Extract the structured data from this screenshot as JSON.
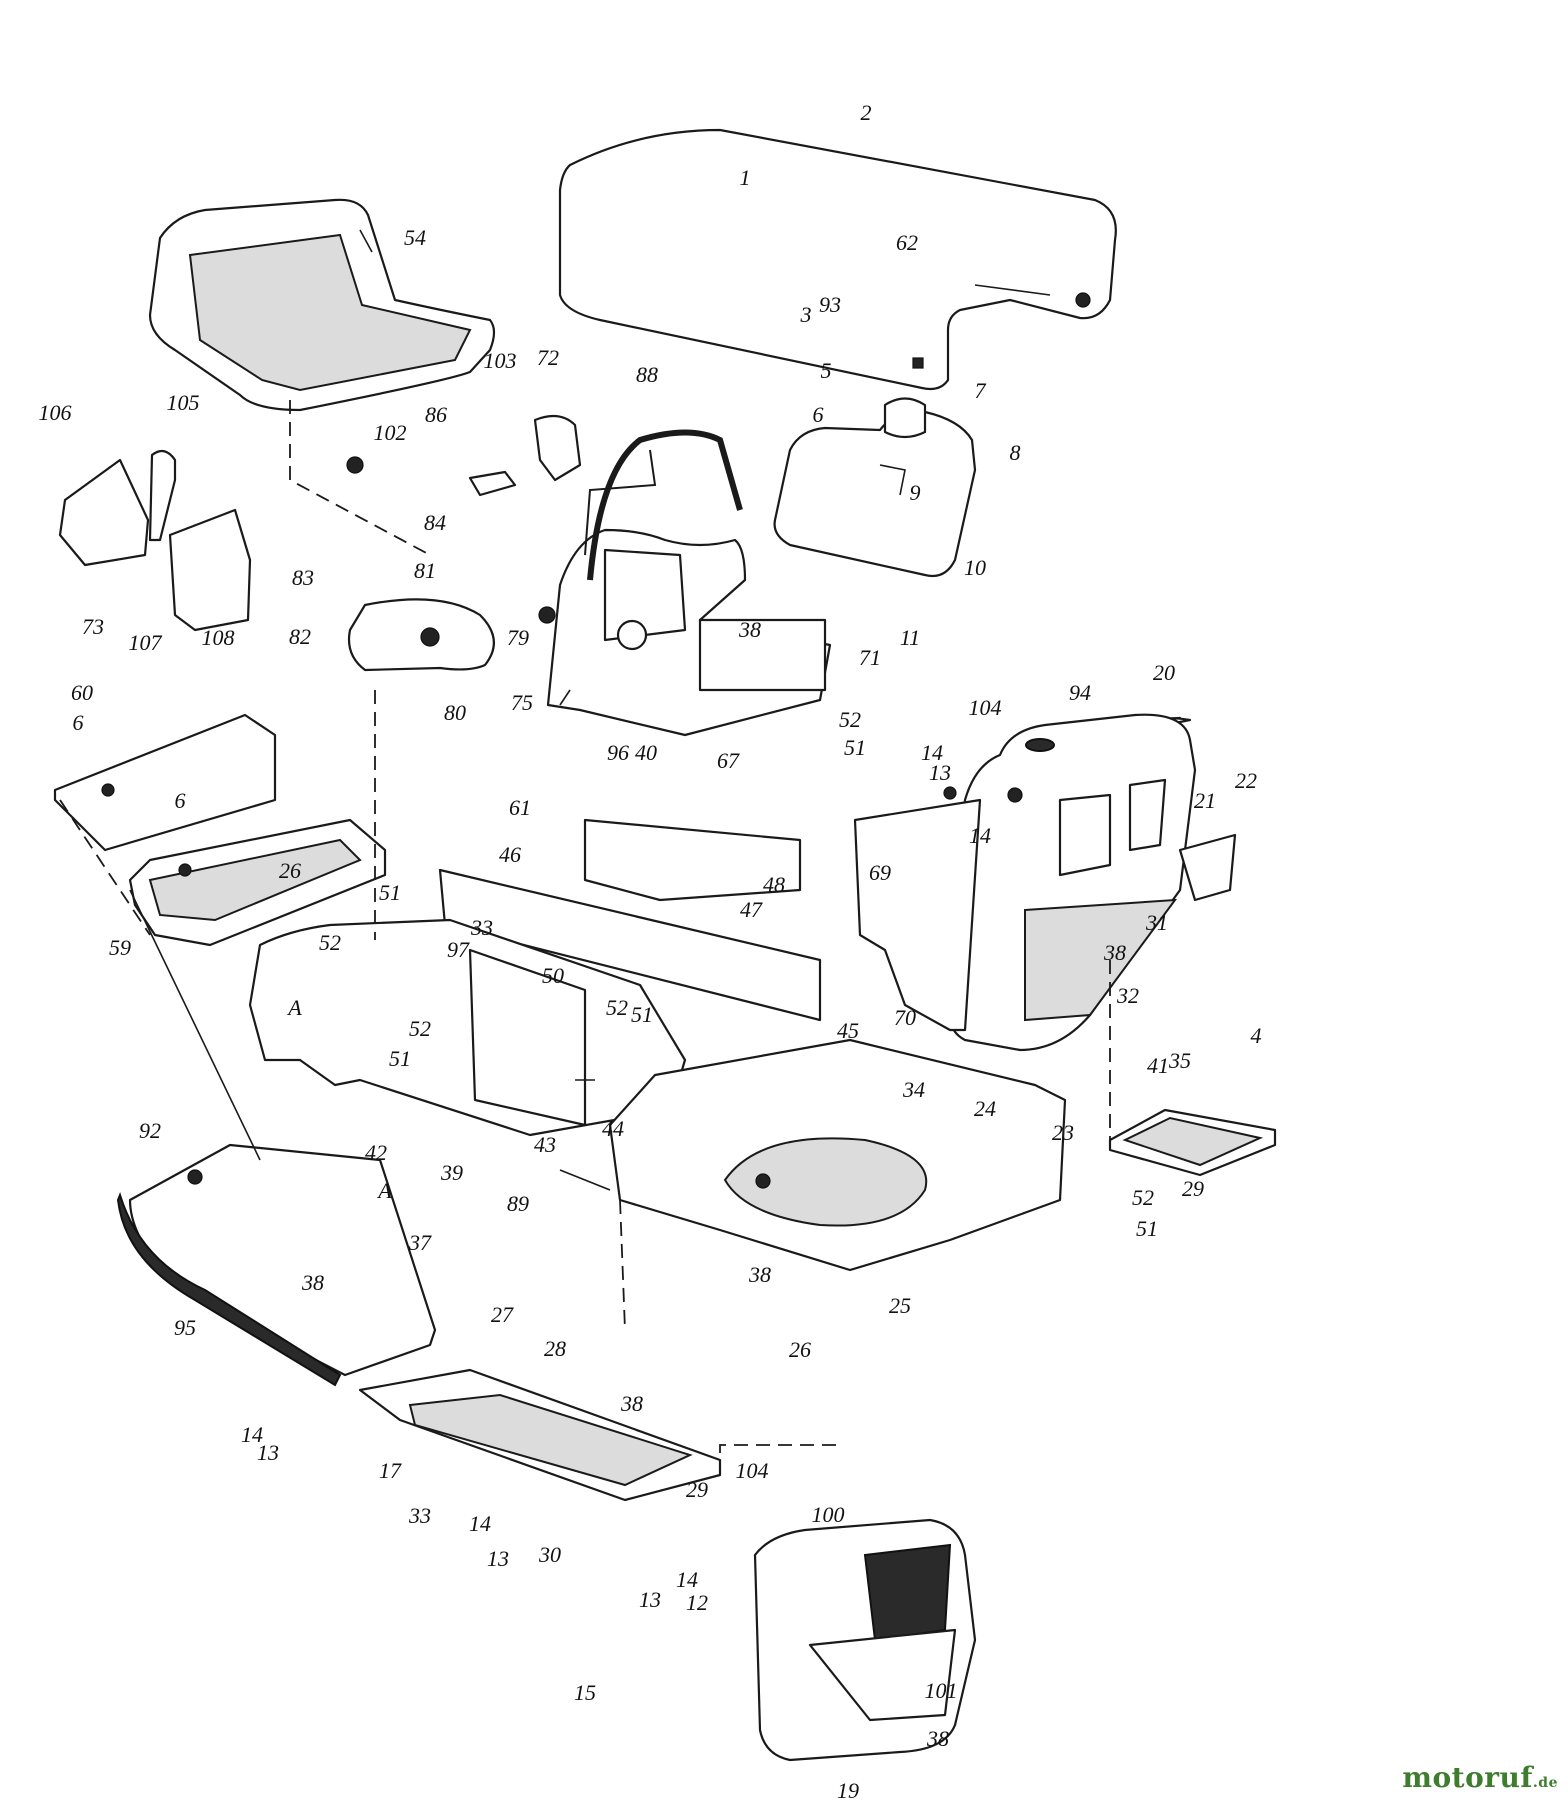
{
  "diagram": {
    "part_numbers": [
      "1",
      "2",
      "3",
      "4",
      "5",
      "6",
      "7",
      "8",
      "9",
      "10",
      "11",
      "12",
      "13",
      "14",
      "15",
      "17",
      "19",
      "20",
      "21",
      "22",
      "23",
      "24",
      "25",
      "26",
      "27",
      "28",
      "29",
      "30",
      "31",
      "32",
      "33",
      "34",
      "35",
      "37",
      "38",
      "39",
      "40",
      "41",
      "42",
      "43",
      "44",
      "45",
      "46",
      "47",
      "48",
      "50",
      "51",
      "52",
      "54",
      "59",
      "60",
      "61",
      "62",
      "67",
      "69",
      "70",
      "71",
      "72",
      "73",
      "75",
      "79",
      "80",
      "81",
      "82",
      "83",
      "84",
      "86",
      "88",
      "89",
      "92",
      "93",
      "94",
      "95",
      "96",
      "97",
      "100",
      "101",
      "102",
      "103",
      "104",
      "105",
      "106",
      "107",
      "108",
      "A"
    ]
  },
  "watermark": {
    "name": "motoruf",
    "tld": ".de",
    "color": "#3f7d2e"
  }
}
